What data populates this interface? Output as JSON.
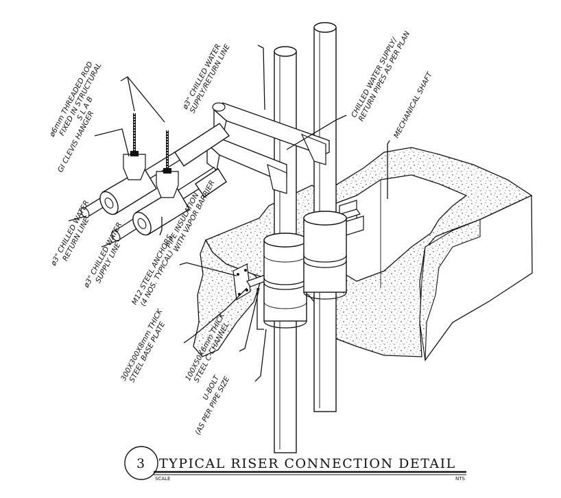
{
  "detail": {
    "number": "3",
    "title": "TYPICAL RISER CONNECTION DETAIL",
    "scale_label": "SCALE",
    "scale_value": "NTS"
  },
  "labels": {
    "threaded_rod": [
      "ø6mm THREADED ROD",
      "FIXED IN STRUCTURAL",
      "S L A B"
    ],
    "clevis_hanger": [
      "GI CLEVIS HANGER"
    ],
    "return_line": [
      "ø3\" CHILLED WATER",
      "RETURN LINE"
    ],
    "supply_line": [
      "ø3\" CHILLED WATER",
      "SUPPLY LINE"
    ],
    "supply_return_line": [
      "ø3\" CHILLED WATER",
      "SUPPLY/RETURN LINE"
    ],
    "riser_pipes": [
      "CHILLED WATER SUPPLY/",
      "RETURN PIPES AS PER PLAN"
    ],
    "mechanical_shaft": [
      "MECHANICAL SHAFT"
    ],
    "pipe_insulation": [
      "PIPE INSULATION",
      "WITH VAPOR BARRIER"
    ],
    "steel_anchors": [
      "M12 STEEL ANCHORS",
      "(4 NOS. TYPICAL)"
    ],
    "base_plate": [
      "300X300X8mm THICK",
      "STEEL BASE PLATE"
    ],
    "c_channel": [
      "100X50X6mm THICK",
      "STEEL C-CHANNEL"
    ],
    "u_bolt": [
      "U-BOLT",
      "(AS PER PIPE SIZE"
    ]
  }
}
